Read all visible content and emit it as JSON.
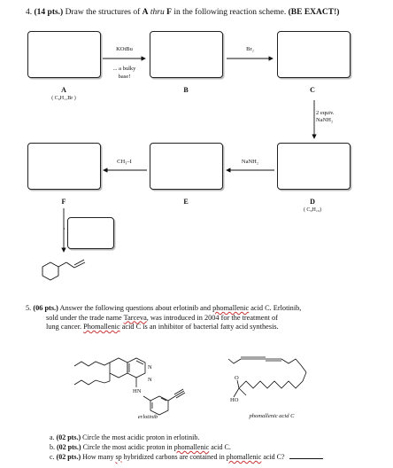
{
  "q4": {
    "number": "4.",
    "points": "(14 pts.)",
    "text": "Draw the structures of ",
    "A": "A",
    "thru": "thru",
    "F": "F",
    "rest": " in the following reaction scheme.",
    "exact": "(BE EXACT!)"
  },
  "labels": {
    "A": "A",
    "A_formula": "( C₆H₁₁Br )",
    "B": "B",
    "C": "C",
    "D": "D",
    "D_formula": "( C₆H₁₀)",
    "E": "E",
    "F": "F"
  },
  "reagents": {
    "ab_1": "KOtBu",
    "ab_2": "... a bulky",
    "ab_3": "base!",
    "bc": "Br₂",
    "cd_1": "2 equiv.",
    "cd_2": "NaNH₂",
    "de": "NaNH₂",
    "ef": "CH₃–I"
  },
  "q5": {
    "number": "5.",
    "points": "(06 pts.)",
    "line1a": "Answer the following questions about erlotinib and ",
    "line1b": "phomallenic",
    "line1c": " acid C.  Erlotinib,",
    "line2a": "sold under the trade name ",
    "line2b": "Tarceva",
    "line2c": ", was introduced in 2004 for the treatment of",
    "line3a": "lung cancer.  ",
    "line3b": "Phomallenic",
    "line3c": " acid C is an inhibitor of bacterial fatty acid synthesis.",
    "caption_erlotinib": "erlotinib",
    "caption_phomallenic": "phomallenic acid C",
    "atom_hn": "HN",
    "atom_n1": "N",
    "atom_n2": "N",
    "atom_o": "O",
    "atom_ho": "HO",
    "a_letter": "a.",
    "a_pts": "(02 pts.)",
    "a_text": "Circle the most acidic proton in erlotinib.",
    "b_letter": "b.",
    "b_pts": "(02 pts.)",
    "b_text_1": "Circle the most acidic proton in ",
    "b_text_2": "phomallenic",
    "b_text_3": " acid C.",
    "c_letter": "c.",
    "c_pts": "(02 pts.)",
    "c_text_1": "How many ",
    "c_text_2": "sp",
    "c_text_3": " hybridized carbons are contained in ",
    "c_text_4": "phomallenic",
    "c_text_5": " acid C?"
  }
}
